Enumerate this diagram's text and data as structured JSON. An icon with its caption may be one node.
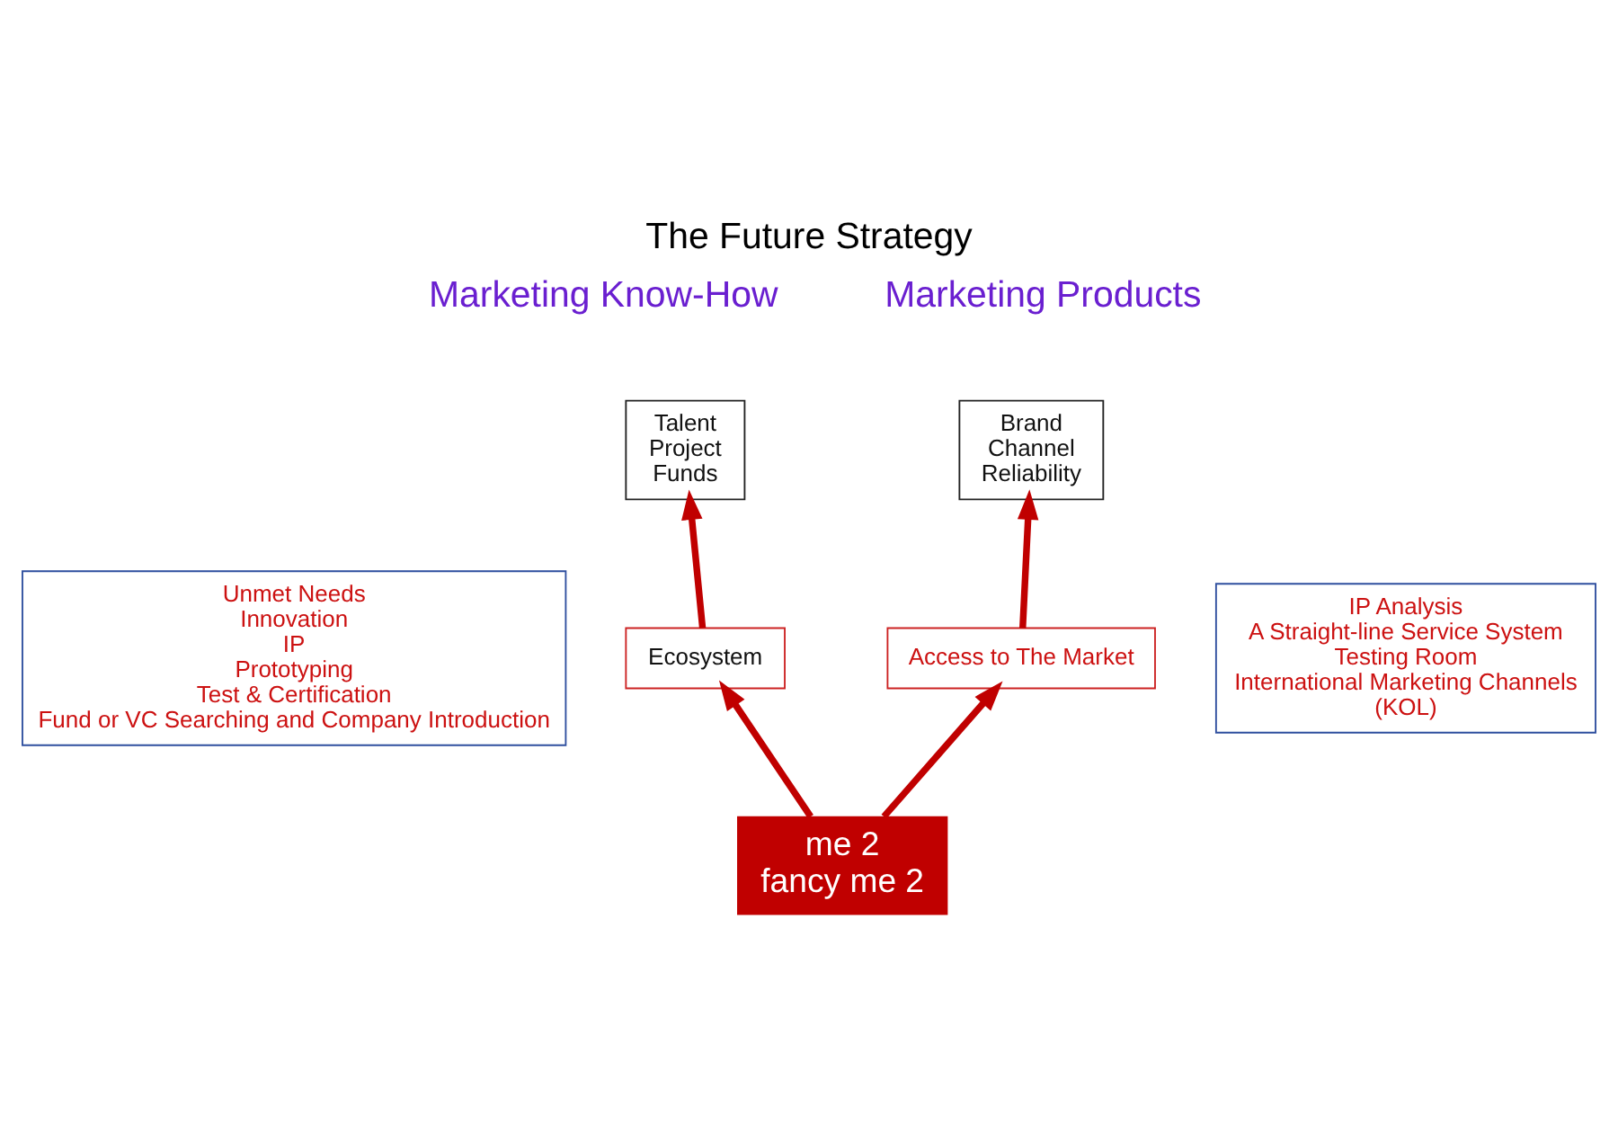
{
  "diagram": {
    "title": "The Future Strategy",
    "nodes": [
      {
        "text": [
          "Unmet Needs",
          "Innovation",
          "IP",
          "Prototyping",
          "Test & Certification",
          "Fund or VC Searching and Company Introduction"
        ]
      },
      {
        "text": [
          "Talent",
          "Project",
          "Funds"
        ]
      },
      {
        "text": [
          "Brand",
          "Channel",
          "Reliability"
        ]
      },
      {
        "text": [
          "Ecosystem"
        ]
      },
      {
        "text": [
          "Access to The Market"
        ]
      },
      {
        "text": [
          "IP Analysis",
          "A Straight-line Service System",
          "Testing Room",
          "International Marketing Channels",
          "(KOL)"
        ]
      },
      {
        "text": [
          "me 2",
          "fancy me 2"
        ]
      }
    ],
    "edges": [
      {
        "from": 6,
        "to": 3,
        "arrow": "to"
      },
      {
        "from": 6,
        "to": 4,
        "arrow": "to"
      },
      {
        "from": 3,
        "to": 1,
        "arrow": "to"
      },
      {
        "from": 4,
        "to": 2,
        "arrow": "to"
      }
    ],
    "labels": [
      "Marketing Know-How",
      "Marketing Products"
    ]
  }
}
